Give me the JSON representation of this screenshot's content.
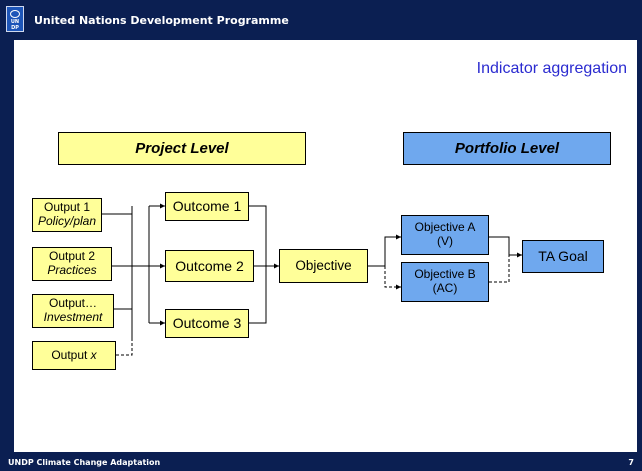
{
  "header": {
    "org_title": "United Nations Development Programme",
    "logo_text": "UN\nDP"
  },
  "slide": {
    "title": "Indicator aggregation",
    "project_level": "Project Level",
    "portfolio_level": "Portfolio Level",
    "outputs": [
      {
        "line1": "Output 1",
        "line2": "Policy/plan"
      },
      {
        "line1": "Output 2",
        "line2": "Practices"
      },
      {
        "line1": "Output…",
        "line2": "Investment"
      }
    ],
    "output_x": {
      "text": "Output ",
      "var": "x"
    },
    "outcomes": [
      "Outcome 1",
      "Outcome 2",
      "Outcome 3"
    ],
    "objective": "Objective",
    "objective_a": {
      "line1": "Objective A",
      "line2": "(V)"
    },
    "objective_b": {
      "line1": "Objective B",
      "line2": "(AC)"
    },
    "goal": "TA Goal"
  },
  "footer": {
    "label": "UNDP Climate Change Adaptation",
    "page": "7"
  },
  "colors": {
    "frame": "#0b1f52",
    "project_box": "#ffff99",
    "portfolio_box": "#6fa8ee",
    "title": "#2b2bd0"
  }
}
